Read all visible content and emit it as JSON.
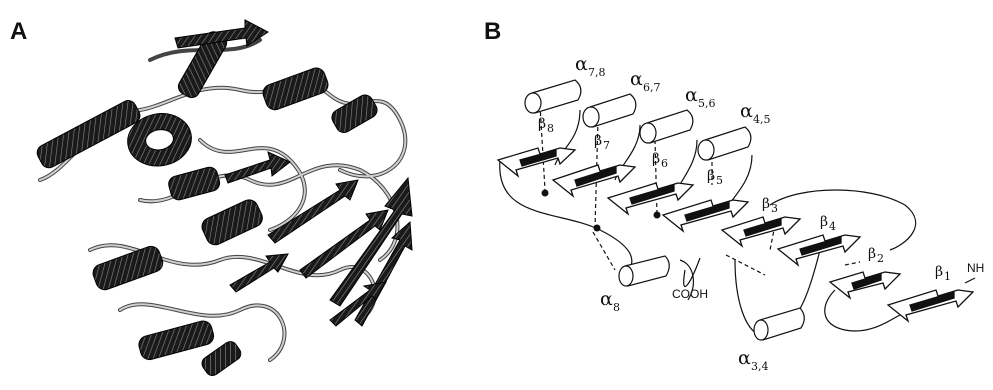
{
  "panels": {
    "a": {
      "letter": "A"
    },
    "b": {
      "letter": "B"
    }
  },
  "topology": {
    "helices": [
      {
        "base": "α",
        "sub": "7,8"
      },
      {
        "base": "α",
        "sub": "6,7"
      },
      {
        "base": "α",
        "sub": "5,6"
      },
      {
        "base": "α",
        "sub": "4,5"
      },
      {
        "base": "α",
        "sub": "8"
      },
      {
        "base": "α",
        "sub": "3,4"
      }
    ],
    "strands": [
      {
        "base": "β",
        "sub": "8"
      },
      {
        "base": "β",
        "sub": "7"
      },
      {
        "base": "β",
        "sub": "6"
      },
      {
        "base": "β",
        "sub": "5"
      },
      {
        "base": "β",
        "sub": "3"
      },
      {
        "base": "β",
        "sub": "4"
      },
      {
        "base": "β",
        "sub": "2"
      },
      {
        "base": "β",
        "sub": "1"
      }
    ],
    "termini": {
      "c": "COOH",
      "n": "NH"
    }
  },
  "colors": {
    "ink": "#111111",
    "ribbon_dark": "#1a1a1a",
    "ribbon_light": "#bdbdbd"
  }
}
